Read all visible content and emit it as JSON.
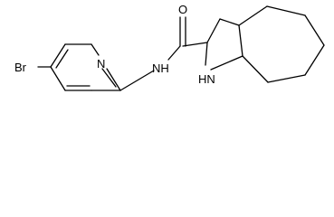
{
  "molecule": {
    "atoms": {
      "bromine": "Br",
      "pyridine_nitrogen": "N",
      "amide_nitrogen": "NH",
      "amide_oxygen": "O",
      "indoline_nitrogen": "HN"
    }
  },
  "colors": {
    "bond": "#000000",
    "background": "#ffffff"
  }
}
